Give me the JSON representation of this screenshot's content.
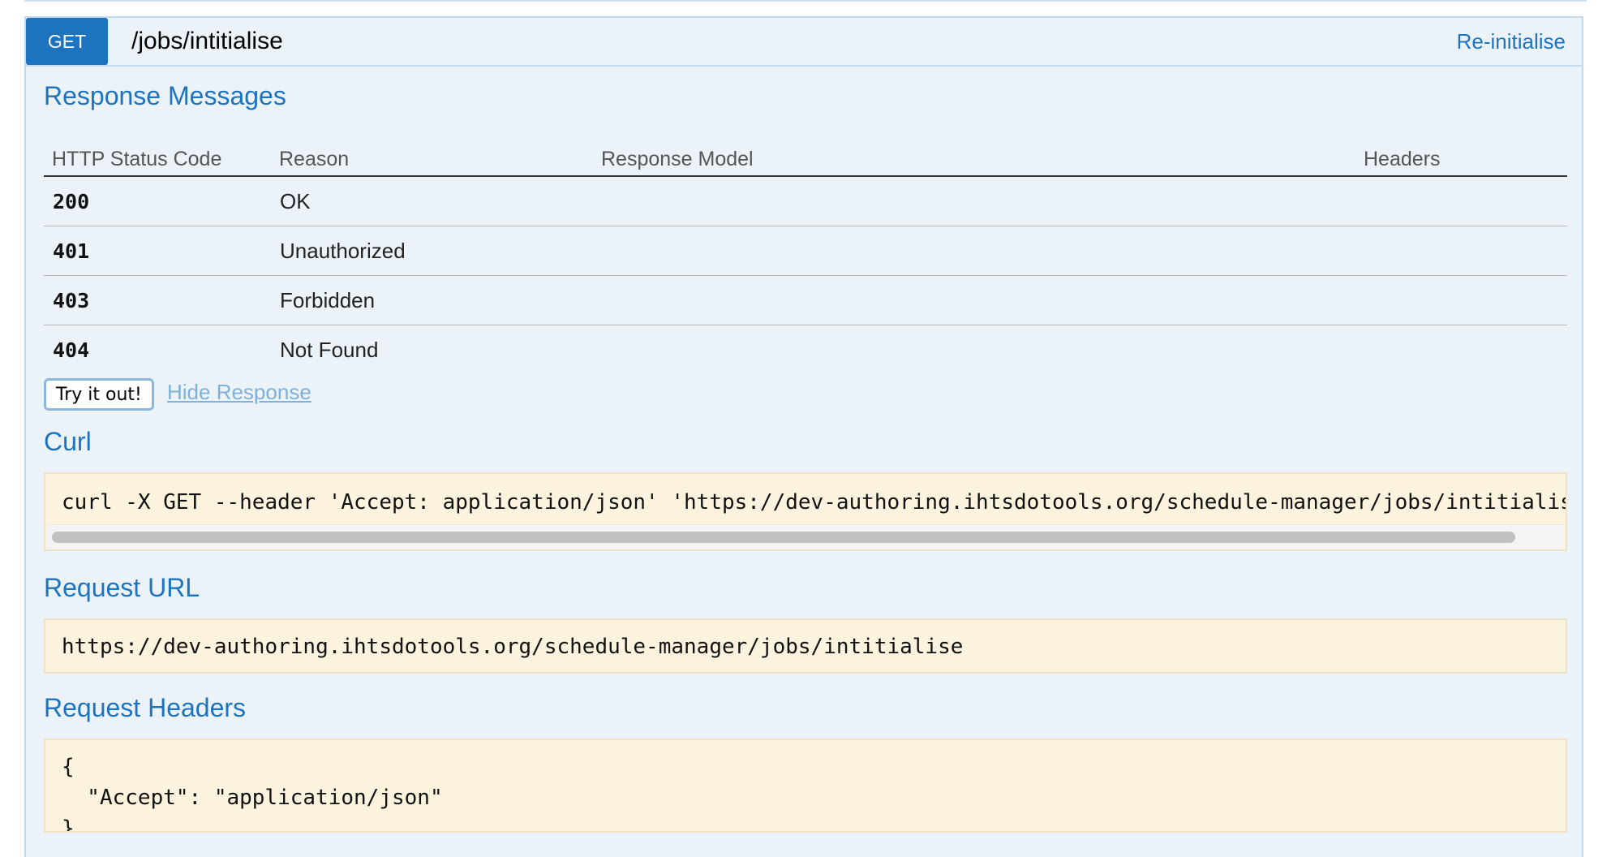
{
  "operation": {
    "method": "GET",
    "path": "/jobs/intitialise",
    "reinit_link": "Re-initialise"
  },
  "response_messages": {
    "title": "Response Messages",
    "columns": [
      "HTTP Status Code",
      "Reason",
      "Response Model",
      "Headers"
    ],
    "rows": [
      {
        "code": "200",
        "reason": "OK",
        "model": "",
        "headers": ""
      },
      {
        "code": "401",
        "reason": "Unauthorized",
        "model": "",
        "headers": ""
      },
      {
        "code": "403",
        "reason": "Forbidden",
        "model": "",
        "headers": ""
      },
      {
        "code": "404",
        "reason": "Not Found",
        "model": "",
        "headers": ""
      }
    ]
  },
  "actions": {
    "try_it_out": "Try it out!",
    "hide_response": "Hide Response"
  },
  "curl": {
    "title": "Curl",
    "command": "curl -X GET --header 'Accept: application/json' 'https://dev-authoring.ihtsdotools.org/schedule-manager/jobs/intitialise'"
  },
  "request_url": {
    "title": "Request URL",
    "value": "https://dev-authoring.ihtsdotools.org/schedule-manager/jobs/intitialise"
  },
  "request_headers": {
    "title": "Request Headers",
    "value": "{\n  \"Accept\": \"application/json\"\n}"
  },
  "colors": {
    "accent": "#1e73be",
    "panel_bg": "#ebf3f9",
    "code_bg": "#fbf3dd"
  }
}
